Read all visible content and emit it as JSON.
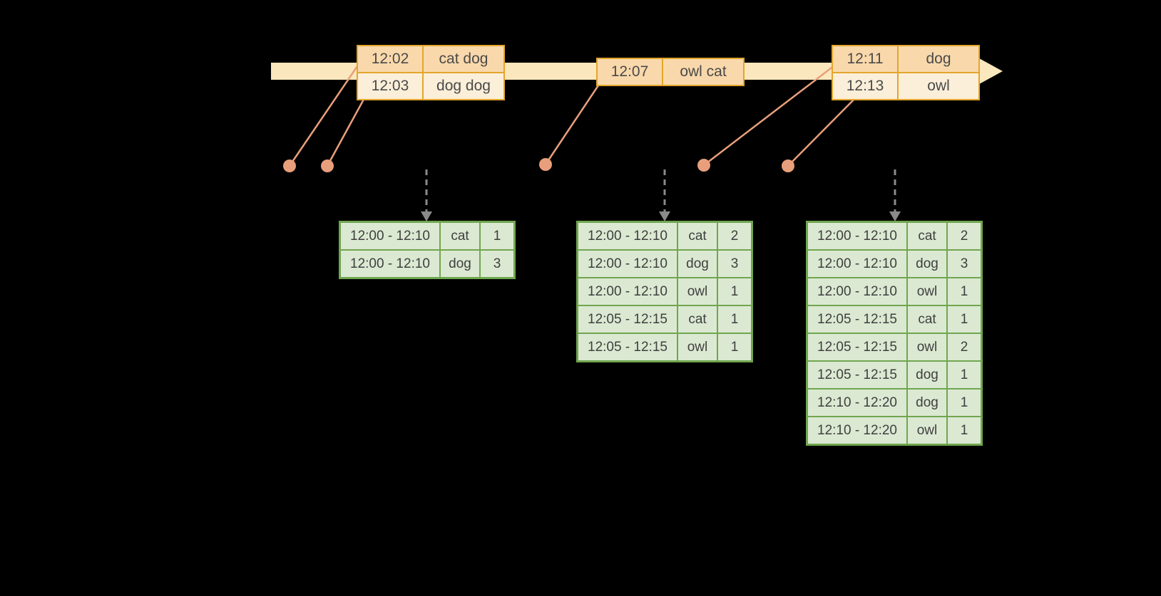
{
  "diagram": {
    "description": "streaming-windowed-word-count-timeline",
    "event_tables": [
      {
        "rows": [
          [
            "12:02",
            "cat dog"
          ],
          [
            "12:03",
            "dog dog"
          ]
        ]
      },
      {
        "rows": [
          [
            "12:07",
            "owl cat"
          ]
        ]
      },
      {
        "rows": [
          [
            "12:11",
            "dog"
          ],
          [
            "12:13",
            "owl"
          ]
        ]
      }
    ],
    "result_tables": [
      {
        "rows": [
          [
            "12:00 - 12:10",
            "cat",
            "1"
          ],
          [
            "12:00 - 12:10",
            "dog",
            "3"
          ]
        ]
      },
      {
        "rows": [
          [
            "12:00 - 12:10",
            "cat",
            "2"
          ],
          [
            "12:00 - 12:10",
            "dog",
            "3"
          ],
          [
            "12:00 - 12:10",
            "owl",
            "1"
          ],
          [
            "12:05 - 12:15",
            "cat",
            "1"
          ],
          [
            "12:05 - 12:15",
            "owl",
            "1"
          ]
        ]
      },
      {
        "rows": [
          [
            "12:00 - 12:10",
            "cat",
            "2"
          ],
          [
            "12:00 - 12:10",
            "dog",
            "3"
          ],
          [
            "12:00 - 12:10",
            "owl",
            "1"
          ],
          [
            "12:05 - 12:15",
            "cat",
            "1"
          ],
          [
            "12:05 - 12:15",
            "owl",
            "2"
          ],
          [
            "12:05 - 12:15",
            "dog",
            "1"
          ],
          [
            "12:10 - 12:20",
            "dog",
            "1"
          ],
          [
            "12:10 - 12:20",
            "owl",
            "1"
          ]
        ]
      }
    ],
    "colors": {
      "background": "#000000",
      "timeline_arrow": "#FBE7BD",
      "event_table_border": "#E3A62B",
      "event_row_dark": "#F9D8AB",
      "event_row_light": "#FCEFD9",
      "connector": "#E99F7B",
      "trigger_arrow": "#8A8A8A",
      "result_table_border": "#70A64F",
      "result_cell": "#DBE9D2",
      "text": "#3F3F3F"
    }
  }
}
